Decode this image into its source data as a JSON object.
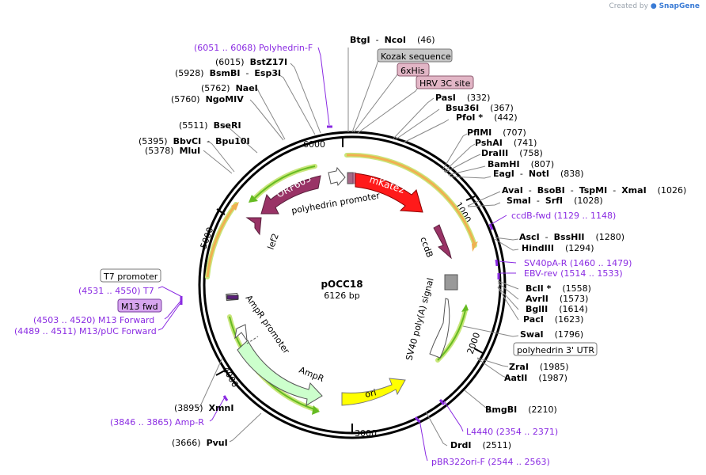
{
  "credit": {
    "created_by": "Created by",
    "brand": "SnapGene"
  },
  "plasmid": {
    "name": "pOCC18",
    "length_text": "6126 bp"
  },
  "ticks": [
    {
      "label": "1000"
    },
    {
      "label": "2000"
    },
    {
      "label": "3000"
    },
    {
      "label": "4000"
    },
    {
      "label": "5000"
    },
    {
      "label": "6000"
    }
  ],
  "right_labels": [
    {
      "pos": "(46)",
      "parts": [
        {
          "t": "BtgI",
          "b": true
        },
        {
          "t": "  -  ",
          "b": false
        },
        {
          "t": "NcoI",
          "b": true
        }
      ]
    },
    {
      "pos": "(332)",
      "parts": [
        {
          "t": "PasI",
          "b": true
        }
      ]
    },
    {
      "pos": "(367)",
      "parts": [
        {
          "t": "Bsu36I",
          "b": true
        }
      ]
    },
    {
      "pos": "(442)",
      "parts": [
        {
          "t": "PfoI *",
          "b": true
        }
      ]
    },
    {
      "pos": "(707)",
      "parts": [
        {
          "t": "PflMI",
          "b": true
        }
      ]
    },
    {
      "pos": "(741)",
      "parts": [
        {
          "t": "PshAI",
          "b": true
        }
      ]
    },
    {
      "pos": "(758)",
      "parts": [
        {
          "t": "DraIII",
          "b": true
        }
      ]
    },
    {
      "pos": "(807)",
      "parts": [
        {
          "t": "BamHI",
          "b": true
        }
      ]
    },
    {
      "pos": "(838)",
      "parts": [
        {
          "t": "EagI",
          "b": true
        },
        {
          "t": "  -  ",
          "b": false
        },
        {
          "t": "NotI",
          "b": true
        }
      ]
    },
    {
      "pos": "(1026)",
      "parts": [
        {
          "t": "AvaI",
          "b": true
        },
        {
          "t": "  -  ",
          "b": false
        },
        {
          "t": "BsoBI",
          "b": true
        },
        {
          "t": "  -  ",
          "b": false
        },
        {
          "t": "TspMI",
          "b": true
        },
        {
          "t": "  -  ",
          "b": false
        },
        {
          "t": "XmaI",
          "b": true
        }
      ]
    },
    {
      "pos": "(1028)",
      "parts": [
        {
          "t": "SmaI",
          "b": true
        },
        {
          "t": "  -  ",
          "b": false
        },
        {
          "t": "SrfI",
          "b": true
        }
      ]
    },
    {
      "pos": "(1280)",
      "parts": [
        {
          "t": "AscI",
          "b": true
        },
        {
          "t": "  -  ",
          "b": false
        },
        {
          "t": "BssHII",
          "b": true
        }
      ]
    },
    {
      "pos": "(1294)",
      "parts": [
        {
          "t": "HindIII",
          "b": true
        }
      ]
    },
    {
      "pos": "(1558)",
      "parts": [
        {
          "t": "BclI *",
          "b": true
        }
      ]
    },
    {
      "pos": "(1573)",
      "parts": [
        {
          "t": "AvrII",
          "b": true
        }
      ]
    },
    {
      "pos": "(1614)",
      "parts": [
        {
          "t": "BglII",
          "b": true
        }
      ]
    },
    {
      "pos": "(1623)",
      "parts": [
        {
          "t": "PacI",
          "b": true
        }
      ]
    },
    {
      "pos": "(1796)",
      "parts": [
        {
          "t": "SwaI",
          "b": true
        }
      ]
    },
    {
      "pos": "(1985)",
      "parts": [
        {
          "t": "ZraI",
          "b": true
        }
      ]
    },
    {
      "pos": "(1987)",
      "parts": [
        {
          "t": "AatII",
          "b": true
        }
      ]
    },
    {
      "pos": "(2210)",
      "parts": [
        {
          "t": "BmgBI",
          "b": true
        }
      ]
    },
    {
      "pos": "(2511)",
      "parts": [
        {
          "t": "DrdI",
          "b": true
        }
      ]
    }
  ],
  "left_labels": [
    {
      "pos": "(6015)",
      "parts": [
        {
          "t": "BstZ17I",
          "b": true
        }
      ]
    },
    {
      "pos": "(5928)",
      "parts": [
        {
          "t": "BsmBI",
          "b": true
        },
        {
          "t": "  -  ",
          "b": false
        },
        {
          "t": "Esp3I",
          "b": true
        }
      ]
    },
    {
      "pos": "(5762)",
      "parts": [
        {
          "t": "NaeI",
          "b": true
        }
      ]
    },
    {
      "pos": "(5760)",
      "parts": [
        {
          "t": "NgoMIV",
          "b": true
        }
      ]
    },
    {
      "pos": "(5511)",
      "parts": [
        {
          "t": "BseRI",
          "b": true
        }
      ]
    },
    {
      "pos": "(5395)",
      "parts": [
        {
          "t": "BbvCI",
          "b": true
        },
        {
          "t": "  -  ",
          "b": false
        },
        {
          "t": "Bpu10I",
          "b": true
        }
      ]
    },
    {
      "pos": "(5378)",
      "parts": [
        {
          "t": "MluI",
          "b": true
        }
      ]
    },
    {
      "pos": "(3895)",
      "parts": [
        {
          "t": "XmnI",
          "b": true
        }
      ]
    },
    {
      "pos": "(3666)",
      "parts": [
        {
          "t": "PvuI",
          "b": true
        }
      ]
    }
  ],
  "primers": [
    {
      "text": "(6051 .. 6068)  Polyhedrin-F"
    },
    {
      "text": "ccdB-fwd    (1129 .. 1148)"
    },
    {
      "text": "SV40pA-R    (1460 .. 1479)"
    },
    {
      "text": "EBV-rev    (1514 .. 1533)"
    },
    {
      "text": "L4440    (2354 .. 2371)"
    },
    {
      "text": "pBR322ori-F    (2544 .. 2563)"
    },
    {
      "text": "(3846 .. 3865)  Amp-R"
    },
    {
      "text": "(4503 .. 4520)  M13 Forward"
    },
    {
      "text": "(4489 .. 4511)  M13/pUC Forward"
    },
    {
      "text": "(4531 .. 4550)  T7"
    }
  ],
  "boxed_features": [
    {
      "text": "Kozak sequence",
      "color": "#c8c8c8"
    },
    {
      "text": "6xHis",
      "color": "#e2b6c6"
    },
    {
      "text": "HRV 3C site",
      "color": "#e2b6c6"
    },
    {
      "text": "polyhedrin 3' UTR",
      "color": "#ffffff"
    },
    {
      "text": "T7 promoter",
      "color": "#ffffff"
    },
    {
      "text": "M13 fwd",
      "color": "#d7a6ef"
    }
  ],
  "features": [
    {
      "name": "mKate2",
      "color": "#ff1a1a"
    },
    {
      "name": "ccdB",
      "color": "#993366"
    },
    {
      "name": "ORF603",
      "color": "#993366"
    },
    {
      "name": "lef2",
      "color": "#993366"
    },
    {
      "name": "polyhedrin promoter",
      "color": "#ffffff"
    },
    {
      "name": "SV40 poly(A) signal",
      "color": "#ffffff"
    },
    {
      "name": "AmpR",
      "color": "#ccffcc"
    },
    {
      "name": "AmpR promoter",
      "color": "#ffffff"
    },
    {
      "name": "ori",
      "color": "#ffff00"
    }
  ],
  "colors": {
    "backbone": "#000000",
    "orf_arc": "#f0b050",
    "green_arc": "#66bb22",
    "primer": "#8a2be2",
    "enzyme_line": "#888888"
  }
}
